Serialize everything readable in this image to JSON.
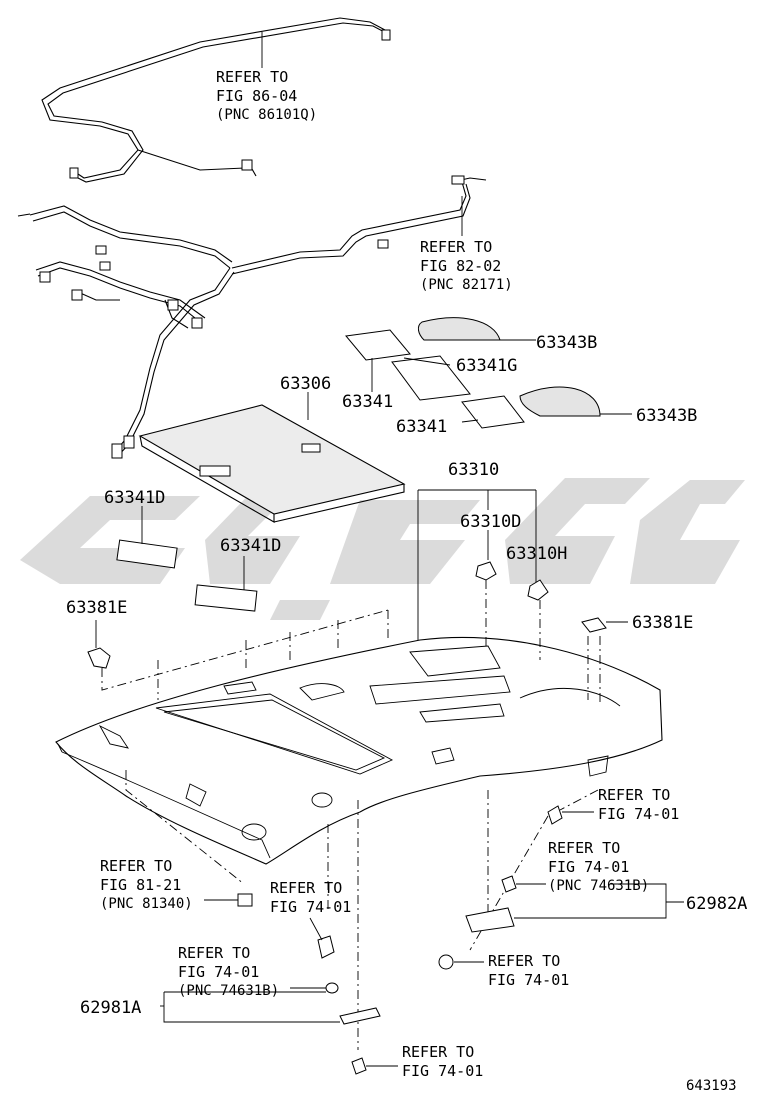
{
  "refs": {
    "r1": {
      "line1": "REFER TO",
      "line2": "FIG 86-04",
      "line3": "(PNC 86101Q)"
    },
    "r2": {
      "line1": "REFER TO",
      "line2": "FIG 82-02",
      "line3": "(PNC 82171)"
    },
    "r3": {
      "line1": "REFER TO",
      "line2": "FIG 74-01"
    },
    "r4": {
      "line1": "REFER TO",
      "line2": "FIG 74-01",
      "line3": "(PNC 74631B)"
    },
    "r5": {
      "line1": "REFER TO",
      "line2": "FIG 81-21",
      "line3": "(PNC 81340)"
    },
    "r6": {
      "line1": "REFER TO",
      "line2": "FIG 74-01"
    },
    "r7": {
      "line1": "REFER TO",
      "line2": "FIG 74-01"
    },
    "r8": {
      "line1": "REFER TO",
      "line2": "FIG 74-01",
      "line3": "(PNC 74631B)"
    },
    "r9": {
      "line1": "REFER TO",
      "line2": "FIG 74-01"
    }
  },
  "parts": {
    "p63343B_top": "63343B",
    "p63341G": "63341G",
    "p63306": "63306",
    "p63341_a": "63341",
    "p63341_b": "63341",
    "p63343B_bot": "63343B",
    "p63310": "63310",
    "p63341D_a": "63341D",
    "p63310D": "63310D",
    "p63310H": "63310H",
    "p63341D_b": "63341D",
    "p63381E_left": "63381E",
    "p63381E_right": "63381E",
    "p62982A": "62982A",
    "p62981A": "62981A"
  },
  "figure_id": "643193"
}
